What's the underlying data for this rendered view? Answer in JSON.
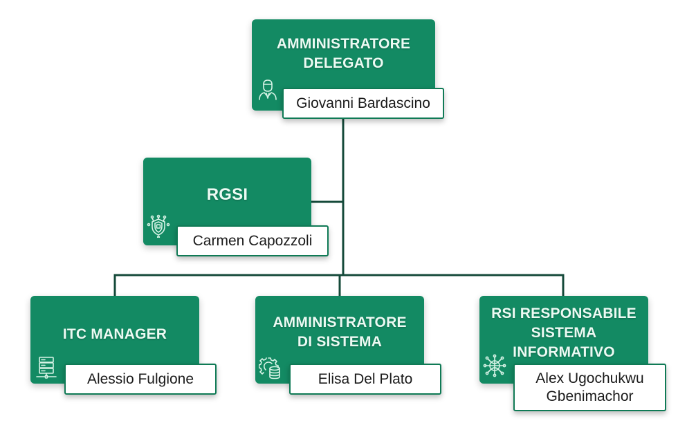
{
  "diagram": {
    "type": "org-chart",
    "colors": {
      "role_fill": "#138a63",
      "role_text": "#ecfaf3",
      "name_border": "#0f7a55",
      "connector": "#154a3a",
      "background": "#ffffff"
    },
    "nodes": {
      "ceo": {
        "title": "AMMINISTRATORE\nDELEGATO",
        "name": "Giovanni Bardascino",
        "icon": "businessman-icon"
      },
      "rgsi": {
        "title": "RGSI",
        "name": "Carmen Capozzoli",
        "icon": "security-shield-icon"
      },
      "itc": {
        "title": "ITC MANAGER",
        "name": "Alessio Fulgione",
        "icon": "server-icon"
      },
      "sysadmin": {
        "title": "AMMINISTRATORE\nDI SISTEMA",
        "name": "Elisa Del Plato",
        "icon": "gear-database-icon"
      },
      "rsi": {
        "title": "RSI RESPONSABILE\nSISTEMA\nINFORMATIVO",
        "name": "Alex Ugochukwu\nGbenimachor",
        "icon": "network-hub-icon"
      }
    },
    "edges": [
      {
        "from": "ceo",
        "to": "rgsi",
        "type": "staff"
      },
      {
        "from": "ceo",
        "to": "itc",
        "type": "line"
      },
      {
        "from": "ceo",
        "to": "sysadmin",
        "type": "line"
      },
      {
        "from": "ceo",
        "to": "rsi",
        "type": "line"
      }
    ]
  }
}
